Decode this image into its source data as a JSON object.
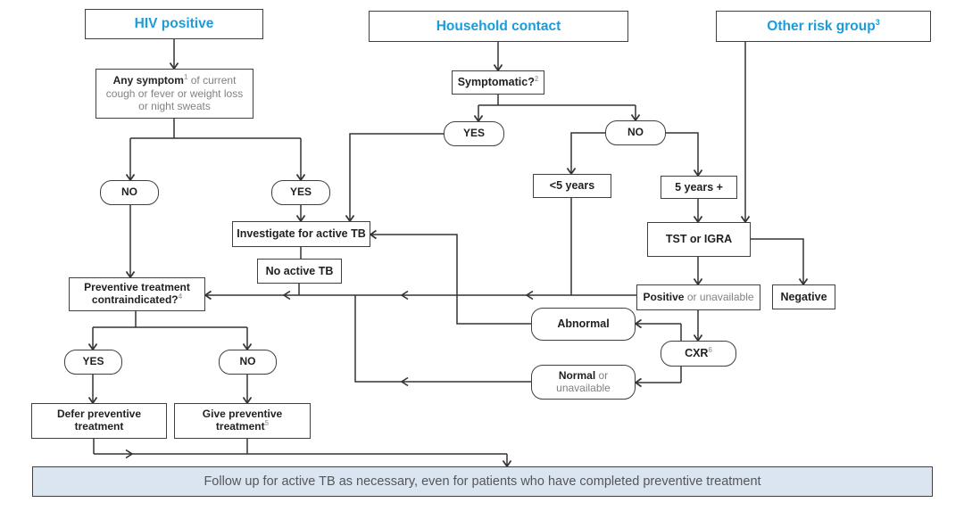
{
  "colors": {
    "heading_blue": "#1b9cd8",
    "line": "#333333",
    "box_border": "#3f3f3f",
    "text_dark": "#221f1f",
    "text_muted": "#7f8285",
    "superscript_gray": "#a6a9ab",
    "bar_fill": "#dbe5f2",
    "bar_text": "#54565a"
  },
  "nodes": {
    "hiv_positive": {
      "label": "HIV positive"
    },
    "household_contact": {
      "label": "Household contact"
    },
    "other_risk_group": {
      "label": "Other risk group",
      "superscript": "3"
    },
    "any_symptom": {
      "lead": "Any symptom",
      "superscript": "1",
      "rest": " of current cough or fever or weight loss or night sweats"
    },
    "symptomatic": {
      "label": "Symptomatic?",
      "superscript": "2"
    },
    "no_hiv": {
      "label": "NO"
    },
    "yes_hiv": {
      "label": "YES"
    },
    "yes_symptomatic": {
      "label": "YES"
    },
    "no_symptomatic": {
      "label": "NO"
    },
    "investigate": {
      "label": "Investigate for active TB"
    },
    "no_active_tb": {
      "label": "No active TB"
    },
    "under_5_years": {
      "label": "<5 years"
    },
    "five_years_plus": {
      "label": "5 years +"
    },
    "tst_or_igra": {
      "label": "TST or IGRA"
    },
    "negative": {
      "label": "Negative"
    },
    "positive_unavailable": {
      "lead": "Positive",
      "rest": " or unavailable"
    },
    "cxr": {
      "label": "CXR",
      "superscript": "6"
    },
    "abnormal": {
      "label": "Abnormal"
    },
    "normal_unavailable": {
      "lead": "Normal",
      "rest": " or",
      "line2": "unavailable"
    },
    "preventive_contraindicated": {
      "line1": "Preventive treatment",
      "line2": "contraindicated?",
      "superscript": "4"
    },
    "yes_contra": {
      "label": "YES"
    },
    "no_contra": {
      "label": "NO"
    },
    "defer_treatment": {
      "line1": "Defer preventive",
      "line2": "treatment"
    },
    "give_treatment": {
      "line1": "Give preventive",
      "line2": "treatment",
      "superscript": "5"
    },
    "follow_up_bar": {
      "label": "Follow up for active TB as necessary, even for patients who have completed preventive treatment"
    }
  },
  "edges": [
    {
      "from": "hiv_positive",
      "to": "any_symptom"
    },
    {
      "from": "any_symptom",
      "to": "no_hiv"
    },
    {
      "from": "any_symptom",
      "to": "yes_hiv"
    },
    {
      "from": "no_hiv",
      "to": "preventive_contraindicated"
    },
    {
      "from": "yes_hiv",
      "to": "investigate"
    },
    {
      "from": "investigate",
      "to": "no_active_tb"
    },
    {
      "from": "no_active_tb",
      "to": "preventive_contraindicated"
    },
    {
      "from": "household_contact",
      "to": "symptomatic"
    },
    {
      "from": "symptomatic",
      "to": "yes_symptomatic"
    },
    {
      "from": "symptomatic",
      "to": "no_symptomatic"
    },
    {
      "from": "yes_symptomatic",
      "to": "investigate"
    },
    {
      "from": "no_symptomatic",
      "to": "under_5_years"
    },
    {
      "from": "no_symptomatic",
      "to": "five_years_plus"
    },
    {
      "from": "under_5_years",
      "to": "preventive_contraindicated"
    },
    {
      "from": "five_years_plus",
      "to": "tst_or_igra"
    },
    {
      "from": "other_risk_group",
      "to": "tst_or_igra"
    },
    {
      "from": "tst_or_igra",
      "to": "positive_unavailable"
    },
    {
      "from": "tst_or_igra",
      "to": "negative"
    },
    {
      "from": "positive_unavailable",
      "to": "preventive_contraindicated"
    },
    {
      "from": "positive_unavailable",
      "to": "cxr"
    },
    {
      "from": "cxr",
      "to": "abnormal"
    },
    {
      "from": "cxr",
      "to": "normal_unavailable"
    },
    {
      "from": "abnormal",
      "to": "investigate"
    },
    {
      "from": "normal_unavailable",
      "to": "preventive_contraindicated"
    },
    {
      "from": "preventive_contraindicated",
      "to": "yes_contra"
    },
    {
      "from": "preventive_contraindicated",
      "to": "no_contra"
    },
    {
      "from": "yes_contra",
      "to": "defer_treatment"
    },
    {
      "from": "no_contra",
      "to": "give_treatment"
    },
    {
      "from": "defer_treatment",
      "to": "follow_up_bar"
    },
    {
      "from": "give_treatment",
      "to": "follow_up_bar"
    }
  ]
}
